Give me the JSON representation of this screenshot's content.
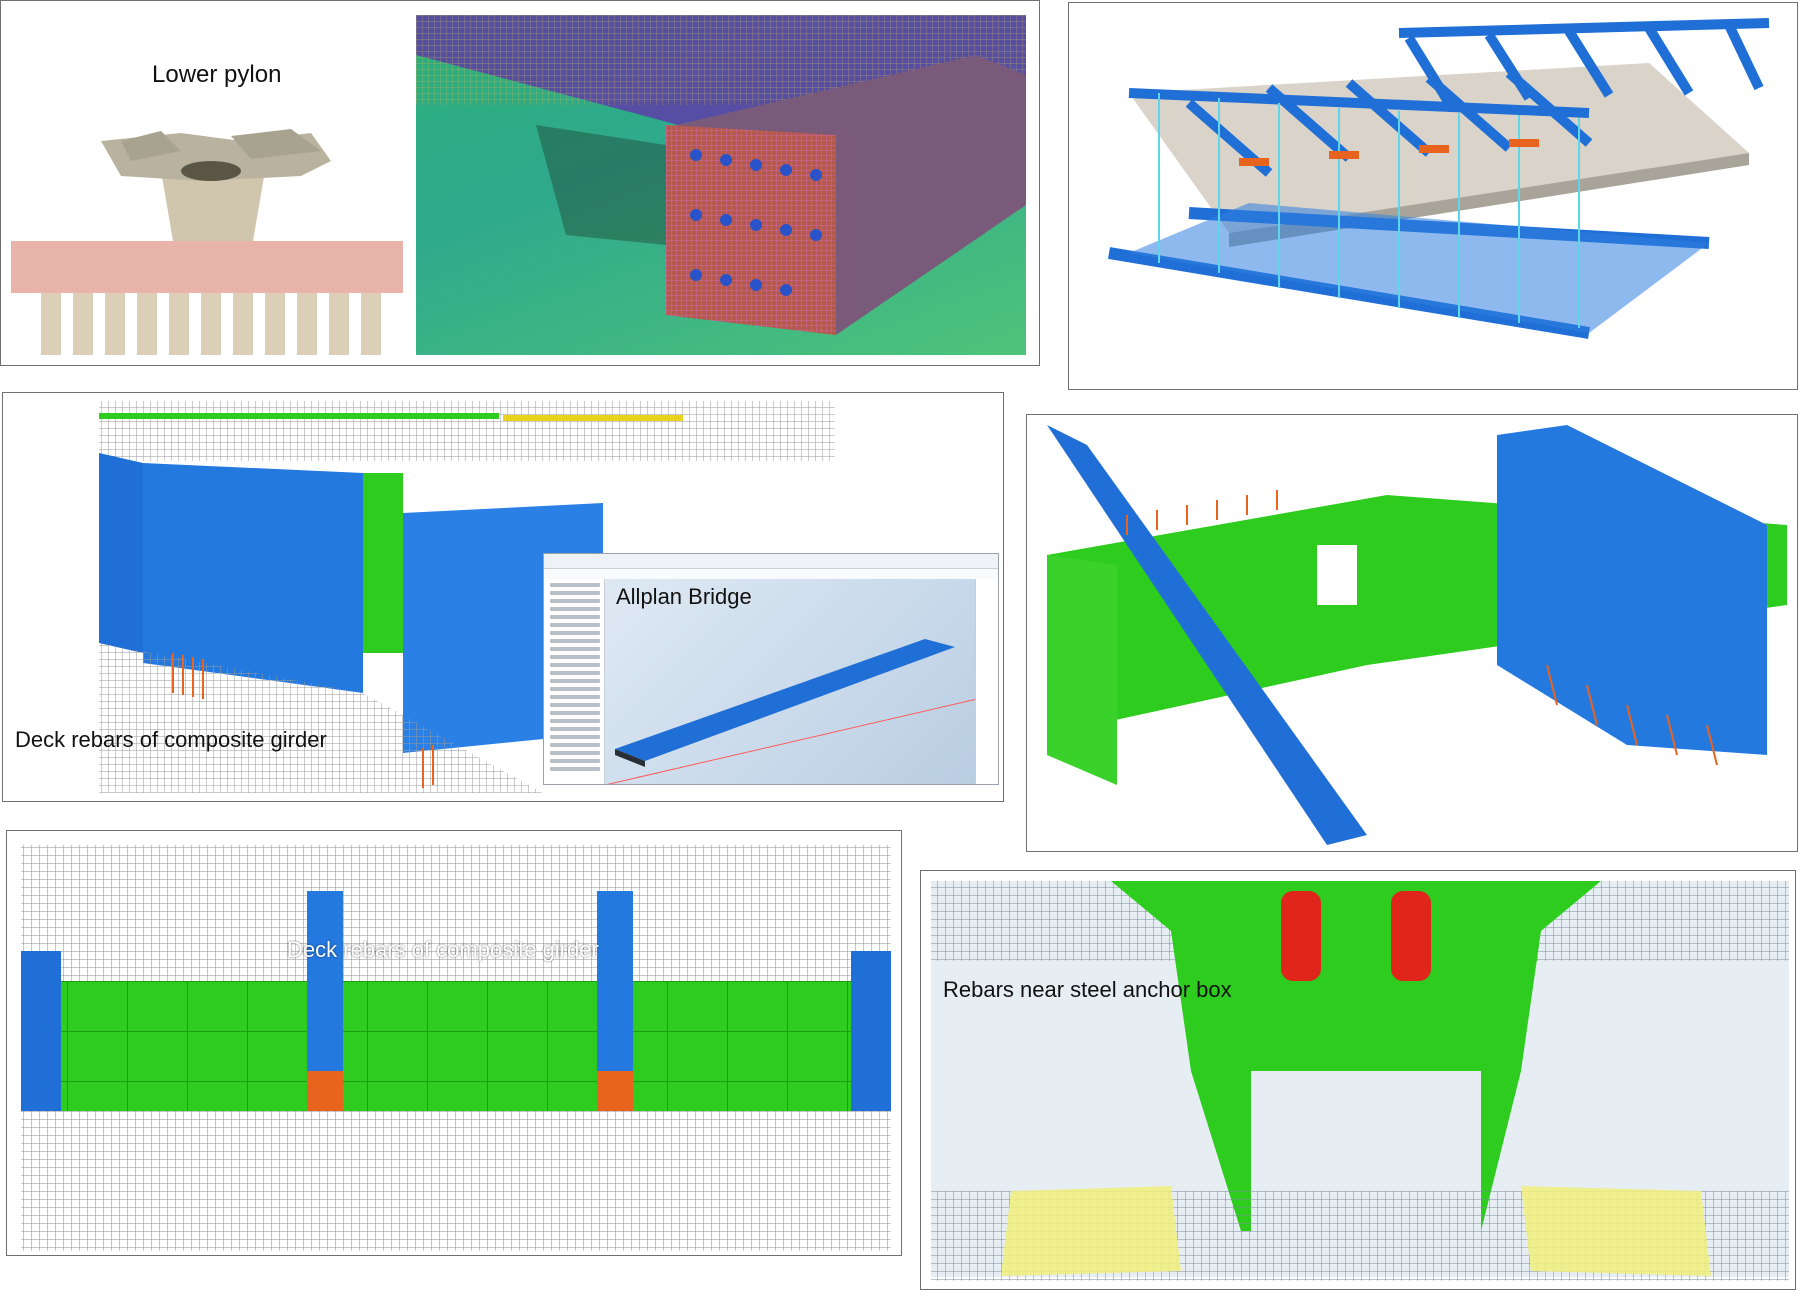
{
  "panels": {
    "lower_pylon": {
      "caption": "Lower pylon"
    },
    "pylon_rebar": {
      "caption": ""
    },
    "formwork_traveller": {
      "caption": ""
    },
    "deck_rebars": {
      "caption": "Deck rebars of composite girder"
    },
    "allplan_window": {
      "caption": "Allplan Bridge"
    },
    "steel_girder_frame": {
      "caption": ""
    },
    "deck_rebars_plan": {
      "caption": "Deck rebars of composite girder"
    },
    "anchor_box": {
      "caption": "Rebars near steel anchor box"
    }
  },
  "colors": {
    "steel_blue": "#1f6fd6",
    "steel_green": "#2ecc1f",
    "anchor_red": "#e0261b",
    "rebar_orange": "#e8641e",
    "concrete_grey": "#cfcac0",
    "pylon_pink": "#e8b4aa"
  }
}
